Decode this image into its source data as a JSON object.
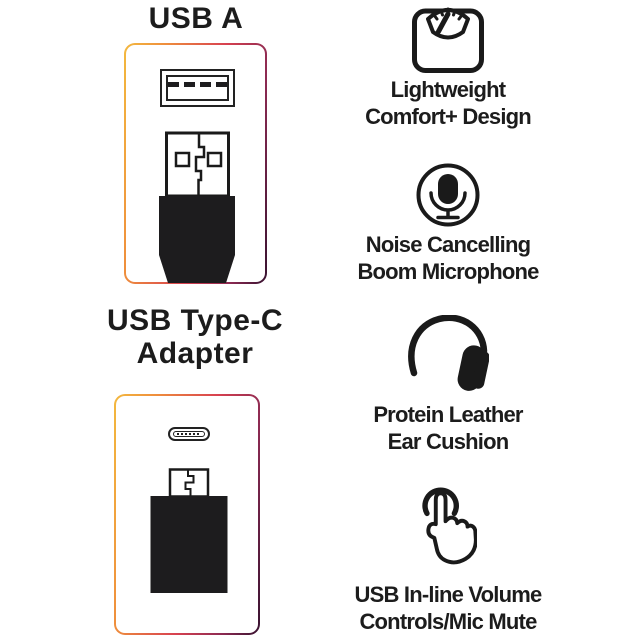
{
  "colors": {
    "background": "#ffffff",
    "text": "#1c1c1c",
    "icon_stroke": "#1a1a1a",
    "connector_black": "#1d1c1e",
    "box_border_gradient": [
      "#f3b93f",
      "#ef8f3c",
      "#d84150",
      "#8c2a52",
      "#371230"
    ]
  },
  "usb_a_section": {
    "title": "USB A",
    "illustration": "usb-a-port-and-plug"
  },
  "usb_c_section": {
    "title_line1": "USB Type-C",
    "title_line2": "Adapter",
    "illustration": "usb-c-port-and-adapter"
  },
  "features": [
    {
      "icon": "scale-icon",
      "line1": "Lightweight",
      "line2": "Comfort+ Design"
    },
    {
      "icon": "microphone-icon",
      "line1": "Noise Cancelling",
      "line2": "Boom Microphone"
    },
    {
      "icon": "headphones-icon",
      "line1": "Protein Leather",
      "line2": "Ear Cushion"
    },
    {
      "icon": "tap-icon",
      "line1": "USB In-line Volume",
      "line2": "Controls/Mic Mute"
    }
  ]
}
